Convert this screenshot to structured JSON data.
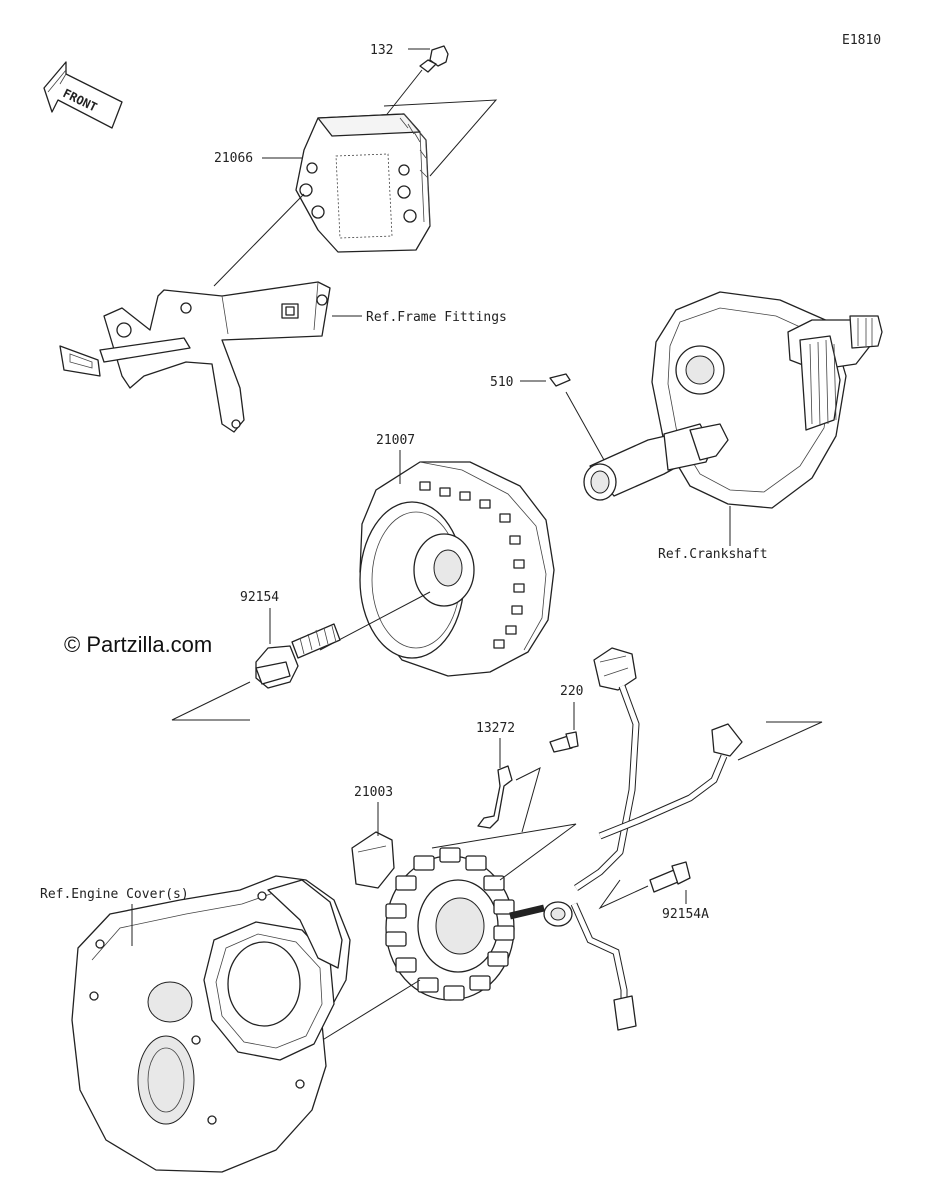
{
  "diagram_code": "E1810",
  "watermark": "© Partzilla.com",
  "front_label": "FRONT",
  "callouts": [
    {
      "id": "132",
      "text": "132"
    },
    {
      "id": "21066",
      "text": "21066"
    },
    {
      "id": "frame",
      "text": "Ref.Frame Fittings"
    },
    {
      "id": "510",
      "text": "510"
    },
    {
      "id": "21007",
      "text": "21007"
    },
    {
      "id": "crank",
      "text": "Ref.Crankshaft"
    },
    {
      "id": "92154",
      "text": "92154"
    },
    {
      "id": "220",
      "text": "220"
    },
    {
      "id": "13272",
      "text": "13272"
    },
    {
      "id": "21003",
      "text": "21003"
    },
    {
      "id": "cover",
      "text": "Ref.Engine Cover(s)"
    },
    {
      "id": "92154A",
      "text": "92154A"
    }
  ]
}
